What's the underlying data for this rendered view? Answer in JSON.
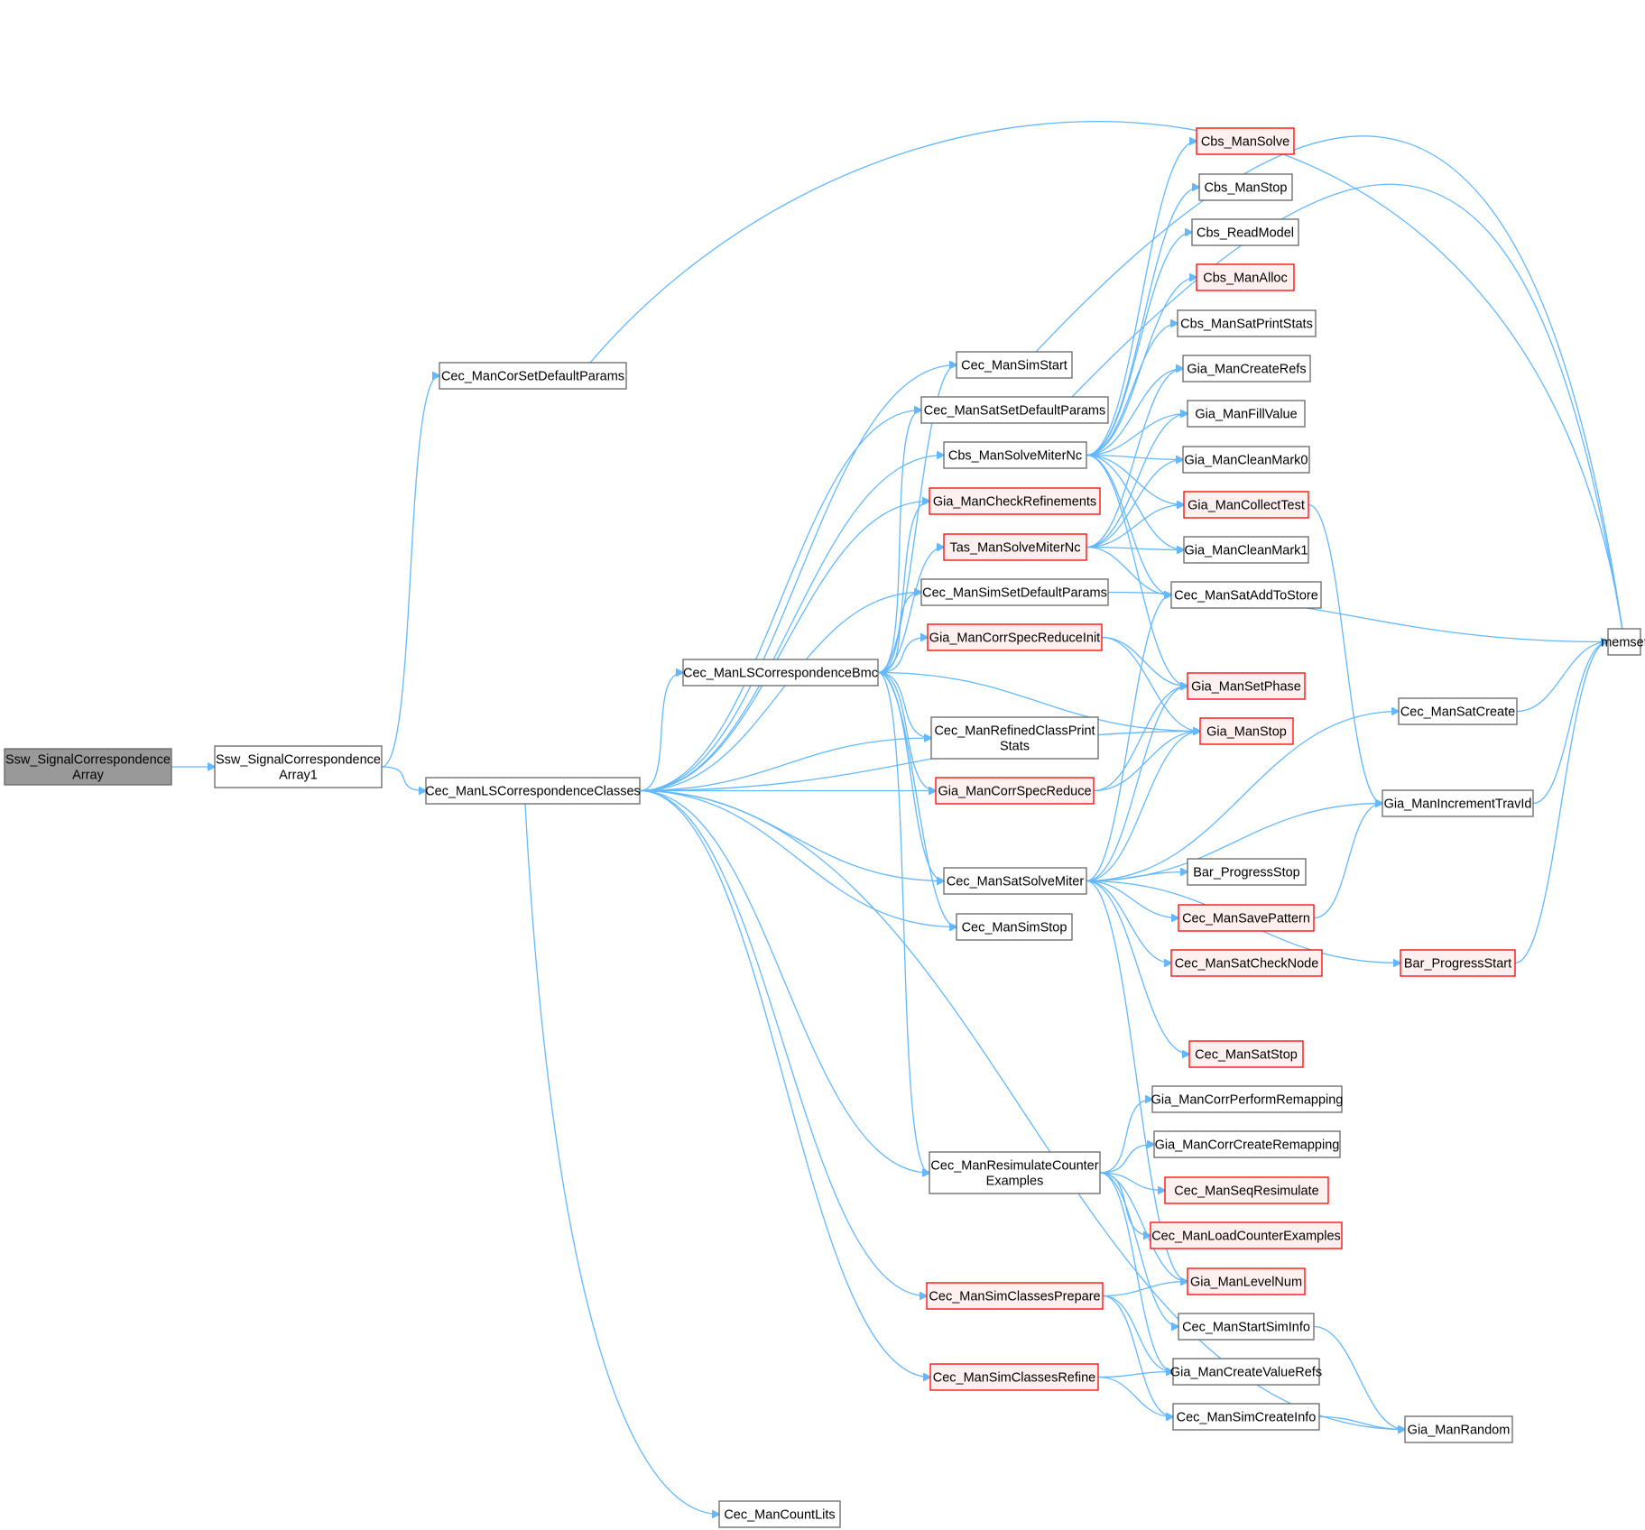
{
  "graph": {
    "nodes": [
      {
        "id": "root",
        "lines": [
          "Ssw_SignalCorrespondence",
          "Array"
        ],
        "style": "root"
      },
      {
        "id": "a1",
        "lines": [
          "Ssw_SignalCorrespondence",
          "Array1"
        ]
      },
      {
        "id": "corset",
        "lines": [
          "Cec_ManCorSetDefaultParams"
        ]
      },
      {
        "id": "lscls",
        "lines": [
          "Cec_ManLSCorrespondenceClasses"
        ]
      },
      {
        "id": "lsbmc",
        "lines": [
          "Cec_ManLSCorrespondenceBmc"
        ]
      },
      {
        "id": "simstart",
        "lines": [
          "Cec_ManSimStart"
        ]
      },
      {
        "id": "satsetdef",
        "lines": [
          "Cec_ManSatSetDefaultParams"
        ]
      },
      {
        "id": "cbsmiter",
        "lines": [
          "Cbs_ManSolveMiterNc"
        ]
      },
      {
        "id": "checkref",
        "lines": [
          "Gia_ManCheckRefinements"
        ],
        "style": "red"
      },
      {
        "id": "tasmiter",
        "lines": [
          "Tas_ManSolveMiterNc"
        ],
        "style": "red"
      },
      {
        "id": "simsetdef",
        "lines": [
          "Cec_ManSimSetDefaultParams"
        ]
      },
      {
        "id": "corrinit",
        "lines": [
          "Gia_ManCorrSpecReduceInit"
        ],
        "style": "red"
      },
      {
        "id": "refprint",
        "lines": [
          "Cec_ManRefinedClassPrint",
          "Stats"
        ]
      },
      {
        "id": "corrspec",
        "lines": [
          "Gia_ManCorrSpecReduce"
        ],
        "style": "red"
      },
      {
        "id": "satmiter",
        "lines": [
          "Cec_ManSatSolveMiter"
        ]
      },
      {
        "id": "simstop",
        "lines": [
          "Cec_ManSimStop"
        ]
      },
      {
        "id": "resim",
        "lines": [
          "Cec_ManResimulateCounter",
          "Examples"
        ]
      },
      {
        "id": "clsprep",
        "lines": [
          "Cec_ManSimClassesPrepare"
        ],
        "style": "red"
      },
      {
        "id": "clsref",
        "lines": [
          "Cec_ManSimClassesRefine"
        ],
        "style": "red"
      },
      {
        "id": "countlits",
        "lines": [
          "Cec_ManCountLits"
        ]
      },
      {
        "id": "cbssolve",
        "lines": [
          "Cbs_ManSolve"
        ],
        "style": "red"
      },
      {
        "id": "cbsstop",
        "lines": [
          "Cbs_ManStop"
        ]
      },
      {
        "id": "cbsread",
        "lines": [
          "Cbs_ReadModel"
        ]
      },
      {
        "id": "cbsalloc",
        "lines": [
          "Cbs_ManAlloc"
        ],
        "style": "red"
      },
      {
        "id": "cbsprint",
        "lines": [
          "Cbs_ManSatPrintStats"
        ]
      },
      {
        "id": "createrefs",
        "lines": [
          "Gia_ManCreateRefs"
        ]
      },
      {
        "id": "fillval",
        "lines": [
          "Gia_ManFillValue"
        ]
      },
      {
        "id": "clean0",
        "lines": [
          "Gia_ManCleanMark0"
        ]
      },
      {
        "id": "collect",
        "lines": [
          "Gia_ManCollectTest"
        ],
        "style": "red"
      },
      {
        "id": "clean1",
        "lines": [
          "Gia_ManCleanMark1"
        ]
      },
      {
        "id": "addstore",
        "lines": [
          "Cec_ManSatAddToStore"
        ]
      },
      {
        "id": "setphase",
        "lines": [
          "Gia_ManSetPhase"
        ],
        "style": "red"
      },
      {
        "id": "giastop",
        "lines": [
          "Gia_ManStop"
        ],
        "style": "red"
      },
      {
        "id": "pstop",
        "lines": [
          "Bar_ProgressStop"
        ]
      },
      {
        "id": "savepat",
        "lines": [
          "Cec_ManSavePattern"
        ],
        "style": "red"
      },
      {
        "id": "checknode",
        "lines": [
          "Cec_ManSatCheckNode"
        ],
        "style": "red"
      },
      {
        "id": "satstop",
        "lines": [
          "Cec_ManSatStop"
        ],
        "style": "red"
      },
      {
        "id": "remapping",
        "lines": [
          "Gia_ManCorrPerformRemapping"
        ]
      },
      {
        "id": "createremap",
        "lines": [
          "Gia_ManCorrCreateRemapping"
        ]
      },
      {
        "id": "seqresim",
        "lines": [
          "Cec_ManSeqResimulate"
        ],
        "style": "red"
      },
      {
        "id": "loadce",
        "lines": [
          "Cec_ManLoadCounterExamples"
        ],
        "style": "red"
      },
      {
        "id": "levelnum",
        "lines": [
          "Gia_ManLevelNum"
        ],
        "style": "red"
      },
      {
        "id": "startsim",
        "lines": [
          "Cec_ManStartSimInfo"
        ]
      },
      {
        "id": "valrefs",
        "lines": [
          "Gia_ManCreateValueRefs"
        ]
      },
      {
        "id": "createinfo",
        "lines": [
          "Cec_ManSimCreateInfo"
        ]
      },
      {
        "id": "memset",
        "lines": [
          "memset"
        ]
      },
      {
        "id": "satcreate",
        "lines": [
          "Cec_ManSatCreate"
        ]
      },
      {
        "id": "travid",
        "lines": [
          "Gia_ManIncrementTravId"
        ]
      },
      {
        "id": "pstart",
        "lines": [
          "Bar_ProgressStart"
        ],
        "style": "red"
      },
      {
        "id": "random",
        "lines": [
          "Gia_ManRandom"
        ]
      }
    ],
    "edges": [
      [
        "root",
        "a1"
      ],
      [
        "a1",
        "corset"
      ],
      [
        "a1",
        "lscls"
      ],
      [
        "corset",
        "memset"
      ],
      [
        "lscls",
        "lsbmc"
      ],
      [
        "lscls",
        "simstart"
      ],
      [
        "lscls",
        "satsetdef"
      ],
      [
        "lscls",
        "cbsmiter"
      ],
      [
        "lscls",
        "checkref"
      ],
      [
        "lscls",
        "simsetdef"
      ],
      [
        "lscls",
        "refprint"
      ],
      [
        "lscls",
        "corrspec"
      ],
      [
        "lscls",
        "giastop"
      ],
      [
        "lscls",
        "satmiter"
      ],
      [
        "lscls",
        "simstop"
      ],
      [
        "lscls",
        "resim"
      ],
      [
        "lscls",
        "clsprep"
      ],
      [
        "lscls",
        "clsref"
      ],
      [
        "lscls",
        "random"
      ],
      [
        "lscls",
        "countlits"
      ],
      [
        "lsbmc",
        "simstart"
      ],
      [
        "lsbmc",
        "satsetdef"
      ],
      [
        "lsbmc",
        "checkref"
      ],
      [
        "lsbmc",
        "tasmiter"
      ],
      [
        "lsbmc",
        "simsetdef"
      ],
      [
        "lsbmc",
        "corrinit"
      ],
      [
        "lsbmc",
        "giastop"
      ],
      [
        "lsbmc",
        "refprint"
      ],
      [
        "lsbmc",
        "corrspec"
      ],
      [
        "lsbmc",
        "satmiter"
      ],
      [
        "lsbmc",
        "simstop"
      ],
      [
        "lsbmc",
        "resim"
      ],
      [
        "simstart",
        "memset"
      ],
      [
        "satsetdef",
        "memset"
      ],
      [
        "cbsmiter",
        "cbssolve"
      ],
      [
        "cbsmiter",
        "cbsstop"
      ],
      [
        "cbsmiter",
        "cbsread"
      ],
      [
        "cbsmiter",
        "cbsalloc"
      ],
      [
        "cbsmiter",
        "cbsprint"
      ],
      [
        "cbsmiter",
        "createrefs"
      ],
      [
        "cbsmiter",
        "fillval"
      ],
      [
        "cbsmiter",
        "clean0"
      ],
      [
        "cbsmiter",
        "collect"
      ],
      [
        "cbsmiter",
        "clean1"
      ],
      [
        "cbsmiter",
        "addstore"
      ],
      [
        "cbsmiter",
        "setphase"
      ],
      [
        "tasmiter",
        "createrefs"
      ],
      [
        "tasmiter",
        "fillval"
      ],
      [
        "tasmiter",
        "clean0"
      ],
      [
        "tasmiter",
        "collect"
      ],
      [
        "tasmiter",
        "clean1"
      ],
      [
        "tasmiter",
        "addstore"
      ],
      [
        "simsetdef",
        "memset"
      ],
      [
        "corrinit",
        "setphase"
      ],
      [
        "corrinit",
        "giastop"
      ],
      [
        "corrspec",
        "setphase"
      ],
      [
        "corrspec",
        "giastop"
      ],
      [
        "satmiter",
        "addstore"
      ],
      [
        "satmiter",
        "setphase"
      ],
      [
        "satmiter",
        "giastop"
      ],
      [
        "satmiter",
        "satcreate"
      ],
      [
        "satmiter",
        "travid"
      ],
      [
        "satmiter",
        "pstop"
      ],
      [
        "satmiter",
        "savepat"
      ],
      [
        "satmiter",
        "checknode"
      ],
      [
        "satmiter",
        "pstart"
      ],
      [
        "satmiter",
        "satstop"
      ],
      [
        "satmiter",
        "levelnum"
      ],
      [
        "resim",
        "remapping"
      ],
      [
        "resim",
        "createremap"
      ],
      [
        "resim",
        "seqresim"
      ],
      [
        "resim",
        "loadce"
      ],
      [
        "resim",
        "levelnum"
      ],
      [
        "resim",
        "startsim"
      ],
      [
        "resim",
        "valrefs"
      ],
      [
        "clsprep",
        "levelnum"
      ],
      [
        "clsprep",
        "valrefs"
      ],
      [
        "clsprep",
        "createinfo"
      ],
      [
        "clsref",
        "valrefs"
      ],
      [
        "clsref",
        "createinfo"
      ],
      [
        "collect",
        "travid"
      ],
      [
        "satcreate",
        "memset"
      ],
      [
        "travid",
        "memset"
      ],
      [
        "pstart",
        "memset"
      ],
      [
        "savepat",
        "travid"
      ],
      [
        "startsim",
        "random"
      ],
      [
        "createinfo",
        "random"
      ]
    ]
  }
}
